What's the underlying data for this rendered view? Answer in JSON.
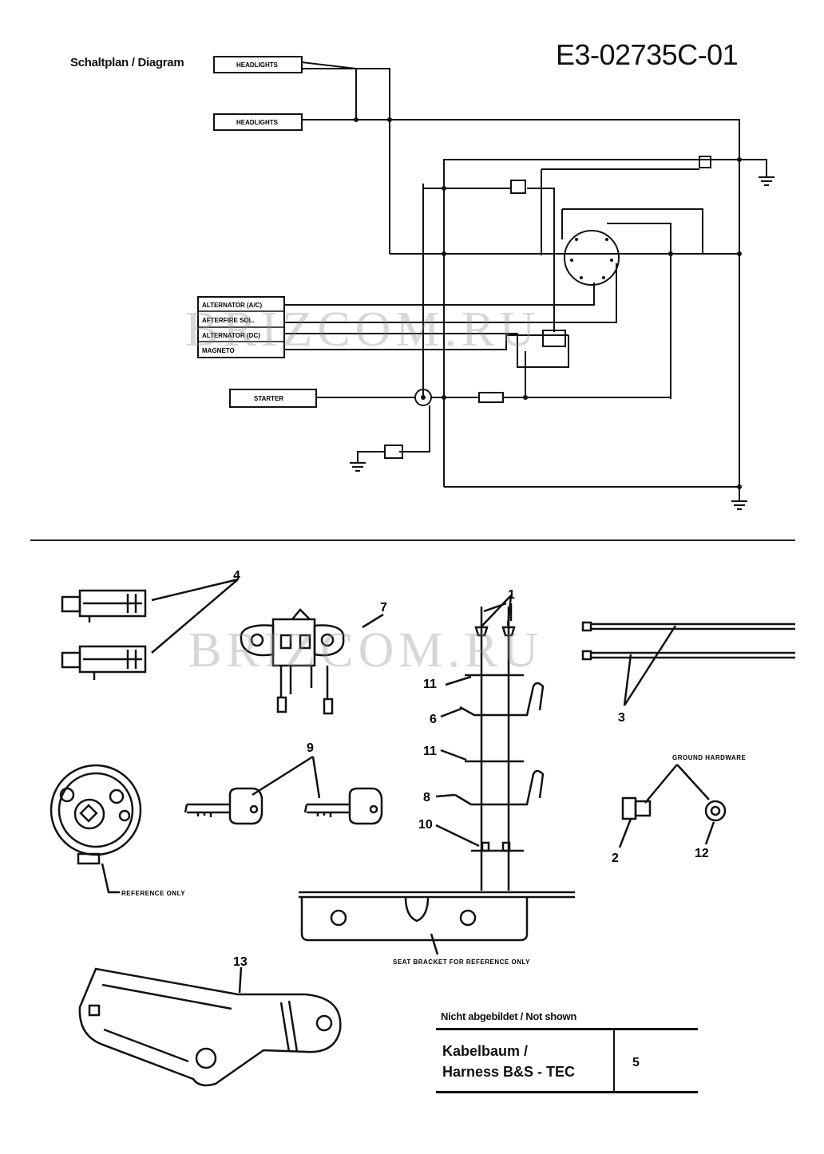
{
  "header": {
    "title_label": "Schaltplan / Diagram",
    "part_code": "E3-02735C-01"
  },
  "watermark": "BRIZCOM.RU",
  "wiring": {
    "components": {
      "headlight_1": "HEADLIGHTS",
      "headlight_2": "HEADLIGHTS",
      "alt_ac": "ALTERNATOR (A/C)",
      "afterfire": "AFTERFIRE SOL.",
      "alt_dc": "ALTERNATOR (DC)",
      "magneto": "MAGNETO",
      "starter": "STARTER"
    }
  },
  "callouts": {
    "n1": "1",
    "n2": "2",
    "n3": "3",
    "n4": "4",
    "n5": "5",
    "n6": "6",
    "n7": "7",
    "n8": "8",
    "n9": "9",
    "n10": "10",
    "n11": "11",
    "n12": "12",
    "n13": "13"
  },
  "labels": {
    "ground_hardware": "GROUND HARDWARE",
    "reference_only": "REFERENCE ONLY",
    "seat_bracket": "SEAT BRACKET FOR REFERENCE ONLY"
  },
  "not_shown": {
    "title": "Nicht abgebildet / Not shown",
    "line1": "Kabelbaum /",
    "line2": "Harness  B&S - TEC",
    "qty": "5"
  }
}
